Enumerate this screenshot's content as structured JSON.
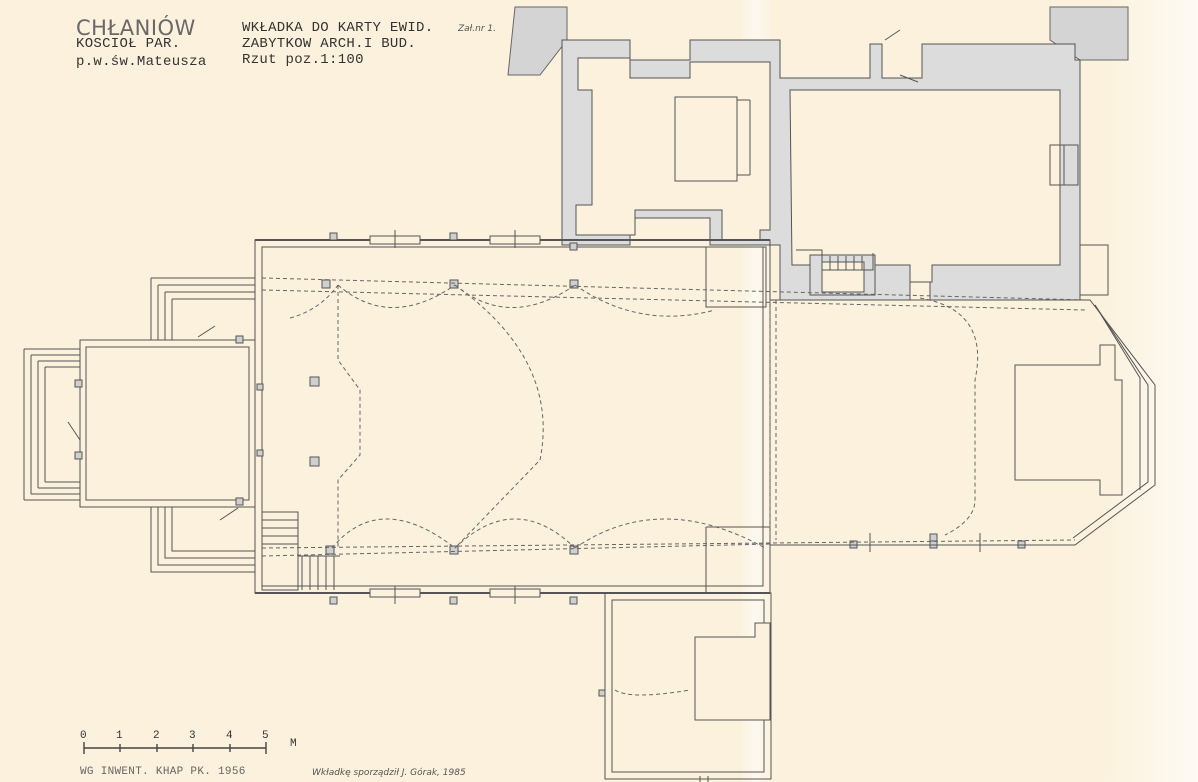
{
  "title_block": {
    "place": "CHŁANIÓW",
    "church_line1": "KOSCIOŁ PAR.",
    "church_line2": "p.w.św.Mateusza",
    "card_line1": "WKŁADKA DO KARTY EWID.",
    "card_line2": "ZABYTKOW ARCH.I BUD.",
    "plan_line": "Rzut poz.1:100",
    "attachment": "Zał.nr 1."
  },
  "scale_bar": {
    "ticks": [
      "0",
      "1",
      "2",
      "3",
      "4",
      "5"
    ],
    "unit": "M"
  },
  "footer": {
    "inventory": "WG INWENT. KHAP PK. 1956",
    "author": "Wkładkę sporządził J. Górak, 1985"
  },
  "colors": {
    "paper": "#fbf1dc",
    "wall_fill": "#dcdcdc",
    "ink": "#555555",
    "annexe_shadow": "#cfcfcf"
  }
}
